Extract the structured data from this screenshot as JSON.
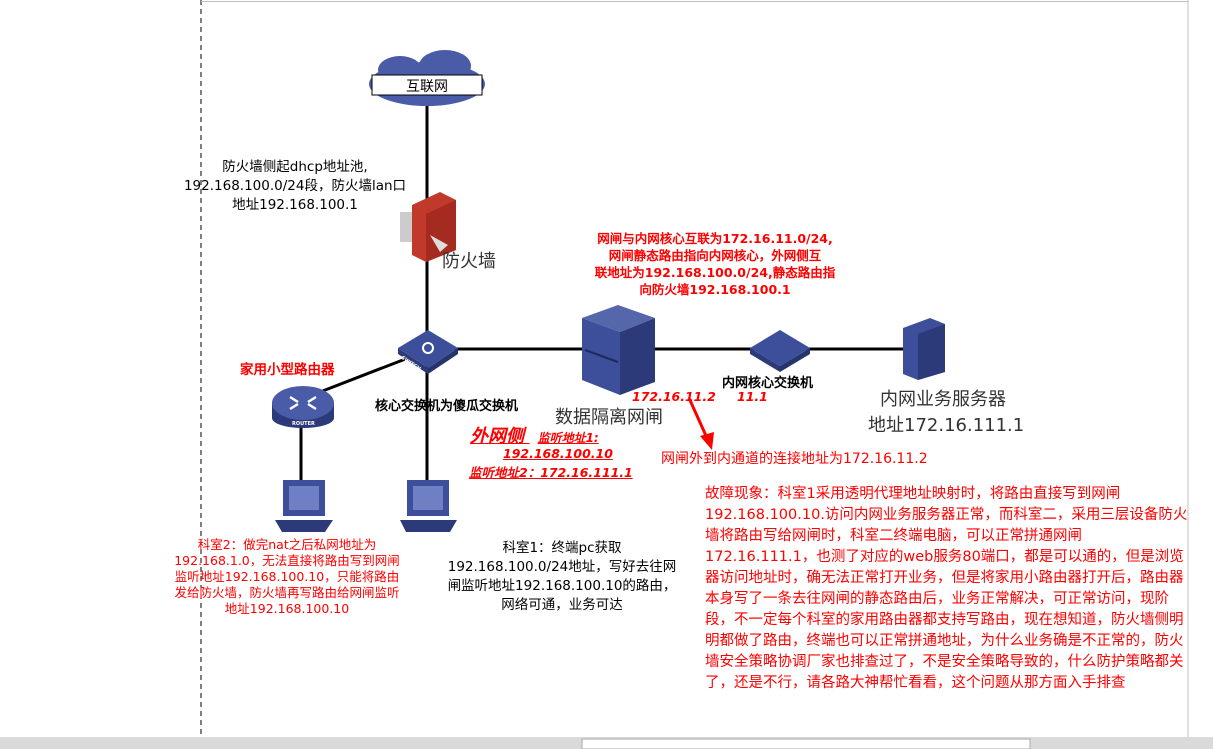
{
  "nodes": {
    "internet": "互联网",
    "firewall": "防火墙",
    "core_switch": "核心交换机为傻瓜交换机",
    "home_router": "家用小型路由器",
    "gateway": "数据隔离网闸",
    "inner_switch": "内网核心交换机",
    "server_title": "内网业务服务器",
    "server_addr": "地址172.16.111.1",
    "router_badge": "ROUTER",
    "switch_badge": "SWITCH"
  },
  "notes": {
    "firewall_dhcp": [
      "防火墙侧起dhcp地址池,",
      "192.168.100.0/24段，防火墙lan口",
      "地址192.168.100.1"
    ],
    "gateway_route": [
      "网闸与内网核心互联为172.16.11.0/24,",
      "网闸静态路由指向内网核心，外网侧互",
      "联地址为192.168.100.0/24,静态路由指",
      "向防火墙192.168.100.1"
    ],
    "gateway_port": "172.16.11.2",
    "inner_port": "11.1",
    "outer_side": "外网侧",
    "listen1_label": "监听地址1:",
    "listen1_addr": "192.168.100.10",
    "listen2": "监听地址2：172.16.111.1",
    "tunnel": "网闸外到内通道的连接地址为172.16.11.2",
    "room2": [
      "科室2：做完nat之后私网地址为",
      "192.168.1.0，无法直接将路由写到网闸",
      "监听地址192.168.100.10，只能将路由",
      "发给防火墙，防火墙再写路由给网闸监听",
      "地址192.168.100.10"
    ],
    "room1": [
      "科室1：终端pc获取",
      "192.168.100.0/24地址，写好去往网",
      "闸监听地址192.168.100.10的路由，",
      "网络可通，业务可达"
    ],
    "fault": "故障现象：科室1采用透明代理地址映射时，将路由直接写到网闸192.168.100.10.访问内网业务服务器正常，而科室二，采用三层设备防火墙将路由写给网闸时，科室二终端电脑，可以正常拼通网闸172.16.111.1，也测了对应的web服务80端口，都是可以通的，但是浏览器访问地址时，确无法正常打开业务，但是将家用小路由器打开后，路由器本身写了一条去往网闸的静态路由后，业务正常解决，可正常访问，现阶段，不一定每个科室的家用路由器都支持写路由，现在想知道，防火墙侧明明都做了路由，终端也可以正常拼通地址，为什么业务确是不正常的，防火墙安全策略协调厂家也排查过了，不是安全策略导致的，什么防护策略都关了，还是不行，请各路大神帮忙看看，这个问题从那方面入手排查"
  },
  "colors": {
    "device": "#3d4f9a",
    "accent": "#ff0000"
  }
}
